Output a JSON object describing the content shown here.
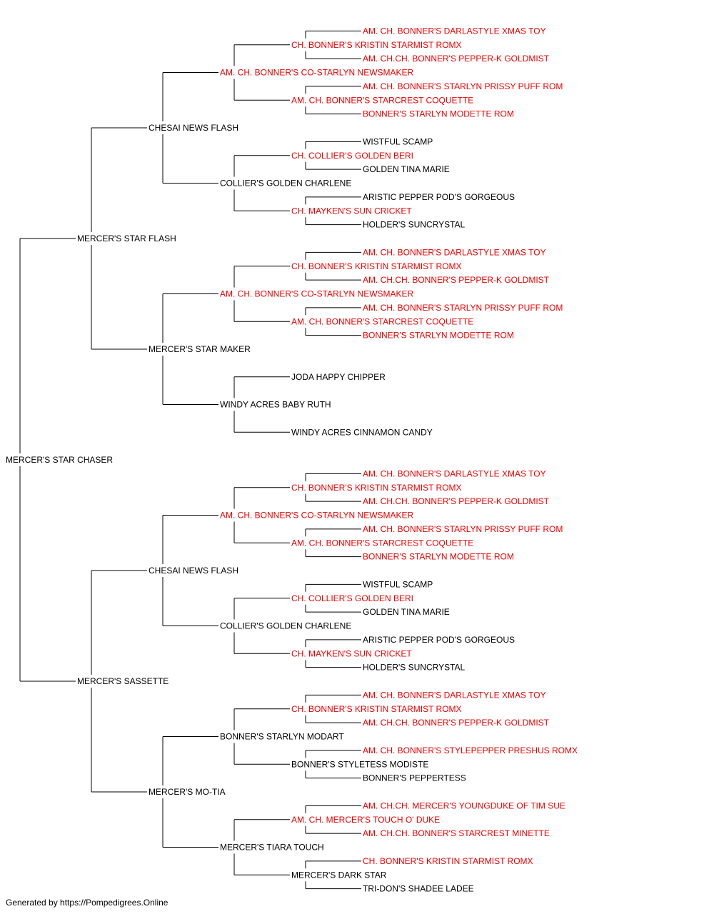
{
  "colors": {
    "champion": "#ee0000",
    "normal": "#000000",
    "lines": "#000000"
  },
  "pedigree": {
    "name": "MERCER'S STAR CHASER",
    "champion": false,
    "sire": {
      "name": "MERCER'S STAR FLASH",
      "champion": false,
      "sire": {
        "name": "CHESAI NEWS FLASH",
        "champion": false,
        "sire": {
          "name": "AM. CH. BONNER'S CO-STARLYN NEWSMAKER",
          "champion": true,
          "sire": {
            "name": "CH. BONNER'S KRISTIN STARMIST ROMX",
            "champion": true,
            "sire": {
              "name": "AM. CH. BONNER'S DARLASTYLE XMAS TOY",
              "champion": true
            },
            "dam": {
              "name": "AM. CH.CH. BONNER'S PEPPER-K GOLDMIST",
              "champion": true
            }
          },
          "dam": {
            "name": "AM. CH. BONNER'S STARCREST COQUETTE",
            "champion": true,
            "sire": {
              "name": "AM. CH. BONNER'S STARLYN PRISSY PUFF ROM",
              "champion": true
            },
            "dam": {
              "name": "BONNER'S STARLYN MODETTE ROM",
              "champion": true
            }
          }
        },
        "dam": {
          "name": "COLLIER'S GOLDEN CHARLENE",
          "champion": false,
          "sire": {
            "name": "CH. COLLIER'S GOLDEN BERI",
            "champion": true,
            "sire": {
              "name": "WISTFUL SCAMP",
              "champion": false
            },
            "dam": {
              "name": "GOLDEN TINA MARIE",
              "champion": false
            }
          },
          "dam": {
            "name": "CH. MAYKEN'S SUN CRICKET",
            "champion": true,
            "sire": {
              "name": "ARISTIC PEPPER POD'S GORGEOUS",
              "champion": false
            },
            "dam": {
              "name": "HOLDER'S SUNCRYSTAL",
              "champion": false
            }
          }
        }
      },
      "dam": {
        "name": "MERCER'S STAR MAKER",
        "champion": false,
        "sire": {
          "name": "AM. CH. BONNER'S CO-STARLYN NEWSMAKER",
          "champion": true,
          "sire": {
            "name": "CH. BONNER'S KRISTIN STARMIST ROMX",
            "champion": true,
            "sire": {
              "name": "AM. CH. BONNER'S DARLASTYLE XMAS TOY",
              "champion": true
            },
            "dam": {
              "name": "AM. CH.CH. BONNER'S PEPPER-K GOLDMIST",
              "champion": true
            }
          },
          "dam": {
            "name": "AM. CH. BONNER'S STARCREST COQUETTE",
            "champion": true,
            "sire": {
              "name": "AM. CH. BONNER'S STARLYN PRISSY PUFF ROM",
              "champion": true
            },
            "dam": {
              "name": "BONNER'S STARLYN MODETTE ROM",
              "champion": true
            }
          }
        },
        "dam": {
          "name": "WINDY ACRES BABY RUTH",
          "champion": false,
          "sire": {
            "name": "JODA HAPPY CHIPPER",
            "champion": false
          },
          "dam": {
            "name": "WINDY ACRES CINNAMON CANDY",
            "champion": false
          }
        }
      }
    },
    "dam": {
      "name": "MERCER'S SASSETTE",
      "champion": false,
      "sire": {
        "name": "CHESAI NEWS FLASH",
        "champion": false,
        "sire": {
          "name": "AM. CH. BONNER'S CO-STARLYN NEWSMAKER",
          "champion": true,
          "sire": {
            "name": "CH. BONNER'S KRISTIN STARMIST ROMX",
            "champion": true,
            "sire": {
              "name": "AM. CH. BONNER'S DARLASTYLE XMAS TOY",
              "champion": true
            },
            "dam": {
              "name": "AM. CH.CH. BONNER'S PEPPER-K GOLDMIST",
              "champion": true
            }
          },
          "dam": {
            "name": "AM. CH. BONNER'S STARCREST COQUETTE",
            "champion": true,
            "sire": {
              "name": "AM. CH. BONNER'S STARLYN PRISSY PUFF ROM",
              "champion": true
            },
            "dam": {
              "name": "BONNER'S STARLYN MODETTE ROM",
              "champion": true
            }
          }
        },
        "dam": {
          "name": "COLLIER'S GOLDEN CHARLENE",
          "champion": false,
          "sire": {
            "name": "CH. COLLIER'S GOLDEN BERI",
            "champion": true,
            "sire": {
              "name": "WISTFUL SCAMP",
              "champion": false
            },
            "dam": {
              "name": "GOLDEN TINA MARIE",
              "champion": false
            }
          },
          "dam": {
            "name": "CH. MAYKEN'S SUN CRICKET",
            "champion": true,
            "sire": {
              "name": "ARISTIC PEPPER POD'S GORGEOUS",
              "champion": false
            },
            "dam": {
              "name": "HOLDER'S SUNCRYSTAL",
              "champion": false
            }
          }
        }
      },
      "dam": {
        "name": "MERCER'S MO-TIA",
        "champion": false,
        "sire": {
          "name": "BONNER'S STARLYN MODART",
          "champion": false,
          "sire": {
            "name": "CH. BONNER'S KRISTIN STARMIST ROMX",
            "champion": true,
            "sire": {
              "name": "AM. CH. BONNER'S DARLASTYLE XMAS TOY",
              "champion": true
            },
            "dam": {
              "name": "AM. CH.CH. BONNER'S PEPPER-K GOLDMIST",
              "champion": true
            }
          },
          "dam": {
            "name": "BONNER'S STYLETESS MODISTE",
            "champion": false,
            "sire": {
              "name": "AM. CH. BONNER'S STYLEPEPPER PRESHUS ROMX",
              "champion": true
            },
            "dam": {
              "name": "BONNER'S PEPPERTESS",
              "champion": false
            }
          }
        },
        "dam": {
          "name": "MERCER'S TIARA TOUCH",
          "champion": false,
          "sire": {
            "name": "AM. CH. MERCER'S TOUCH O' DUKE",
            "champion": true,
            "sire": {
              "name": "AM. CH.CH. MERCER'S YOUNGDUKE OF TIM SUE",
              "champion": true
            },
            "dam": {
              "name": "AM. CH.CH. BONNER'S STARCREST MINETTE",
              "champion": true
            }
          },
          "dam": {
            "name": "MERCER'S DARK STAR",
            "champion": false,
            "sire": {
              "name": "CH. BONNER'S KRISTIN STARMIST ROMX",
              "champion": true
            },
            "dam": {
              "name": "TRI-DON'S SHADEE LADEE",
              "champion": false
            }
          }
        }
      }
    }
  },
  "footer": {
    "text": "Generated by https://Pompedigrees.Online"
  }
}
